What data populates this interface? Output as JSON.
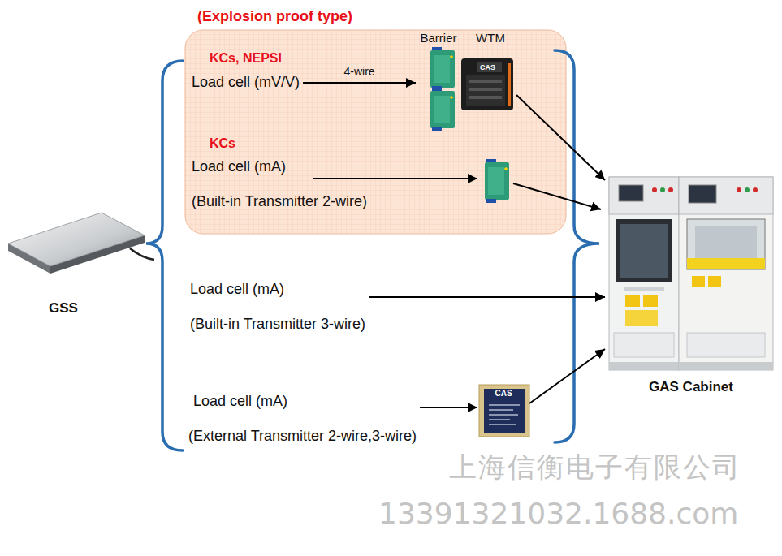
{
  "diagram": {
    "nodes": [
      {
        "text": [
          "(Explosion proof type)"
        ]
      },
      {
        "text": [
          "KCs, NEPSI",
          "Load cell (mV/V)"
        ],
        "in": 0
      },
      {
        "text": [
          "Barrier"
        ],
        "in": 0
      },
      {
        "text": [
          "WTM"
        ],
        "in": 0
      },
      {
        "text": [
          "KCs",
          "Load cell (mA)",
          "(Built-in Transmitter 2-wire)"
        ],
        "in": 0
      },
      {
        "text": [
          "GSS"
        ]
      },
      {
        "text": [
          "Load cell (mA)",
          "(Built-in Transmitter 3-wire)"
        ]
      },
      {
        "text": [
          "Load cell (mA)",
          "(External Transmitter 2-wire,3-wire)"
        ]
      },
      {
        "text": [
          "CAS"
        ]
      },
      {
        "text": [
          "GAS Cabinet"
        ]
      }
    ],
    "edges": [
      {
        "from": 1,
        "to": 2,
        "label": "4-wire",
        "arrow": "to"
      },
      {
        "from": 3,
        "to": 9,
        "arrow": "to"
      },
      {
        "from": 6,
        "to": 9,
        "arrow": "to"
      },
      {
        "from": 7,
        "to": 8,
        "arrow": "to"
      },
      {
        "from": 8,
        "to": 9,
        "arrow": "to"
      }
    ],
    "labels": [
      "CAS",
      "上海信衡电子有限公司",
      "13391321032.1688.com"
    ]
  }
}
